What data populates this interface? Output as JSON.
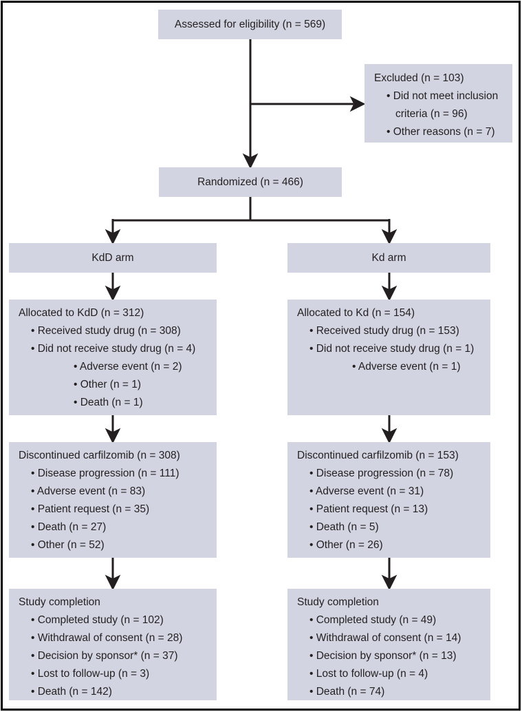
{
  "colors": {
    "box_fill": "#d3d4e1",
    "text": "#231f20",
    "line": "#231f20",
    "frame": "#000000",
    "background": "#ffffff"
  },
  "boxes": {
    "assessed": {
      "title": "Assessed for eligibility (n = 569)"
    },
    "excluded": {
      "title": "Excluded (n = 103)",
      "items": [
        "• Did not meet inclusion criteria (n = 96)",
        "• Other reasons (n = 7)"
      ]
    },
    "randomized": {
      "title": "Randomized (n = 466)"
    },
    "kdd_arm": {
      "title": "KdD arm"
    },
    "kd_arm": {
      "title": "Kd arm"
    },
    "allocated_kdd": {
      "title": "Allocated to KdD (n = 312)",
      "items": [
        "• Received study drug (n = 308)",
        "• Did not receive study drug (n = 4)"
      ],
      "subitems": [
        "• Adverse event (n = 2)",
        "• Other (n = 1)",
        "• Death (n = 1)"
      ]
    },
    "allocated_kd": {
      "title": "Allocated to Kd (n = 154)",
      "items": [
        "• Received study drug (n = 153)",
        "• Did not receive study drug (n = 1)"
      ],
      "subitems": [
        "• Adverse event (n = 1)"
      ]
    },
    "discontinued_kdd": {
      "title": "Discontinued carfilzomib (n = 308)",
      "items": [
        "• Disease progression (n = 111)",
        "• Adverse event (n = 83)",
        "• Patient request (n = 35)",
        "• Death (n = 27)",
        "• Other (n = 52)"
      ]
    },
    "discontinued_kd": {
      "title": "Discontinued carfilzomib (n = 153)",
      "items": [
        "• Disease progression (n = 78)",
        "• Adverse event (n = 31)",
        "• Patient request (n = 13)",
        "• Death (n = 5)",
        "• Other (n = 26)"
      ]
    },
    "completion_kdd": {
      "title": "Study completion",
      "items": [
        "• Completed study (n = 102)",
        "• Withdrawal of consent (n = 28)",
        "• Decision by sponsor* (n = 37)",
        "• Lost to follow-up (n = 3)",
        "• Death (n = 142)"
      ]
    },
    "completion_kd": {
      "title": "Study completion",
      "items": [
        "• Completed study (n = 49)",
        "• Withdrawal of consent (n = 14)",
        "• Decision by sponsor* (n = 13)",
        "• Lost to follow-up (n = 4)",
        "• Death (n = 74)"
      ]
    }
  }
}
